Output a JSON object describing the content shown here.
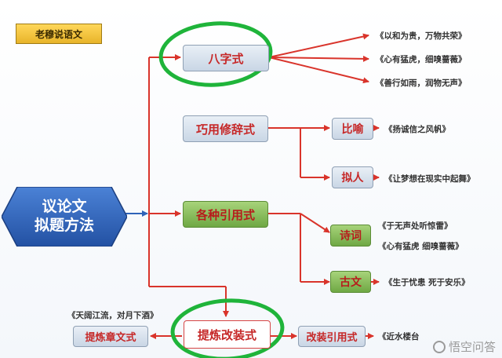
{
  "header": {
    "badge": "老穆说语文"
  },
  "root": {
    "line1": "议论文",
    "line2": "拟题方法"
  },
  "nodes": {
    "bazi": "八字式",
    "qiaoyong": "巧用修辞式",
    "geyin": "各种引用式",
    "tilian": "提炼改装式",
    "biyu": "比喻",
    "niren": "拟人",
    "shici": "诗词",
    "guwen": "古文",
    "tilian_zhang": "提炼章文式",
    "gaizhuang_yin": "改装引用式"
  },
  "leaves": {
    "bazi_1": "《以和为贵，万物共荣》",
    "bazi_2": "《心有猛虎，细嗅蔷薇》",
    "bazi_3": "《善行如雨，润物无声》",
    "biyu_1": "《扬诚信之风帆》",
    "niren_1": "《让梦想在现实中起舞》",
    "shici_1": "《于无声处听惊雷》",
    "shici_2": "《心有猛虎 细嗅蔷薇》",
    "guwen_1": "《生于忧患 死于安乐》",
    "tilian_1": "《天阔江流，对月下酒》",
    "gaizhuang_1": "《近水楼台"
  },
  "watermark": {
    "text": "悟空问答"
  },
  "colors": {
    "arrow": "#d9342b",
    "root_fill": "#2f63b8",
    "highlight": "#1fb43a"
  }
}
